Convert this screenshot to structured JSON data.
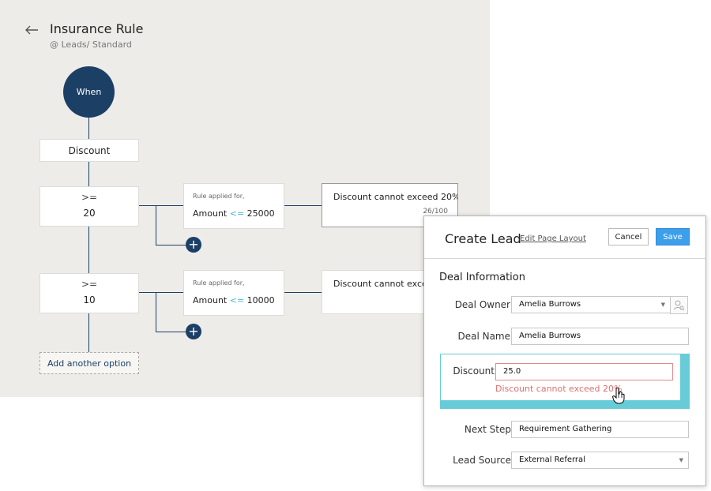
{
  "header": {
    "title": "Insurance Rule",
    "subtitle": "@ Leads/ Standard"
  },
  "flow": {
    "start_label": "When",
    "field_label": "Discount",
    "conditions": [
      {
        "operator": ">=",
        "value": "20",
        "rule_caption": "Rule applied for,",
        "rule_field": "Amount",
        "rule_operator": "<=",
        "rule_value": "25000",
        "message": "Discount cannot exceed 20%",
        "char_count": "26/100"
      },
      {
        "operator": ">=",
        "value": "10",
        "rule_caption": "Rule applied for,",
        "rule_field": "Amount",
        "rule_operator": "<=",
        "rule_value": "10000",
        "message": "Discount cannot exce"
      }
    ],
    "add_label": "+",
    "add_option_label": "Add another option"
  },
  "panel": {
    "title": "Create Lead",
    "edit_layout_label": "Edit Page Layout",
    "cancel_label": "Cancel",
    "save_label": "Save",
    "section_title": "Deal Information",
    "fields": {
      "deal_owner": {
        "label": "Deal Owner",
        "value": "Amelia Burrows"
      },
      "deal_name": {
        "label": "Deal Name",
        "value": "Amelia Burrows"
      },
      "discount": {
        "label": "Discount",
        "value": "25.0",
        "error": "Discount cannot exceed 20%"
      },
      "next_step": {
        "label": "Next Step",
        "value": "Requirement Gathering"
      },
      "lead_source": {
        "label": "Lead Source",
        "value": "External Referral"
      }
    }
  },
  "icons": {
    "back": "arrow-left-icon",
    "lookup": "user-lookup-icon",
    "dropdown": "chevron-down-icon",
    "cursor": "hand-pointer-icon"
  },
  "colors": {
    "node": "#1c3f66",
    "accent": "#68ccd8",
    "save": "#3d9fea",
    "error": "#e07070",
    "operator": "#4db5d0"
  }
}
